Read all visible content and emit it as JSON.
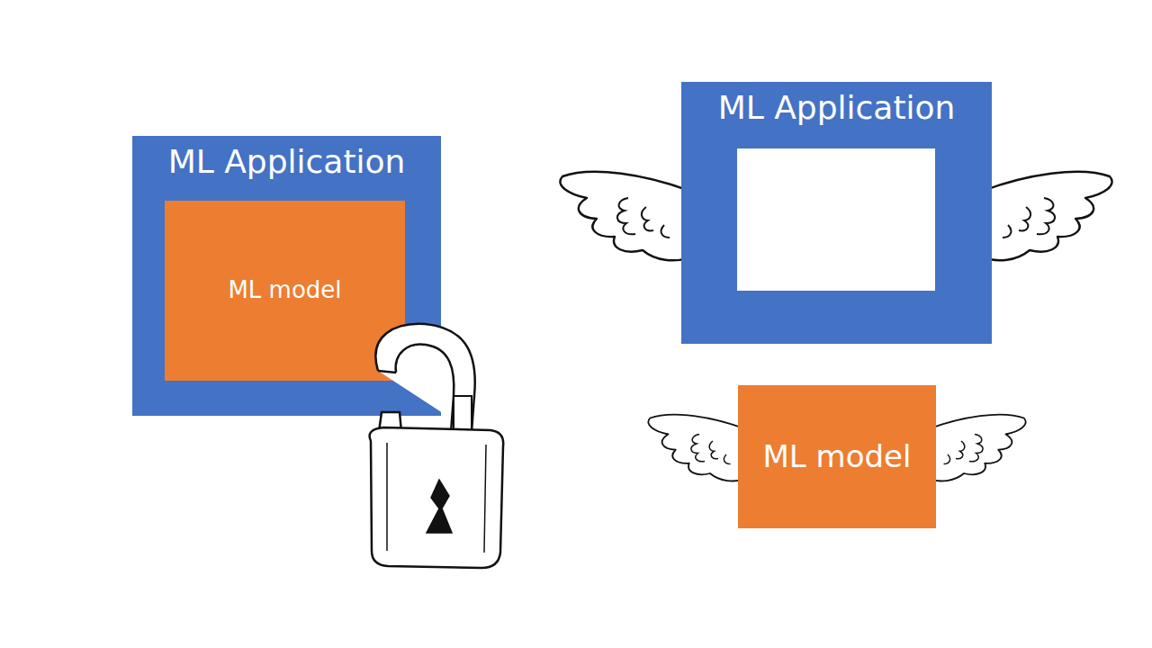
{
  "diagram": {
    "nodes": [
      {
        "text": [
          "ML Application"
        ]
      },
      {
        "text": [
          "ML model"
        ],
        "in": 0
      },
      {
        "text": [
          "ML Application"
        ]
      },
      {
        "text": [
          "ML model"
        ]
      }
    ]
  }
}
